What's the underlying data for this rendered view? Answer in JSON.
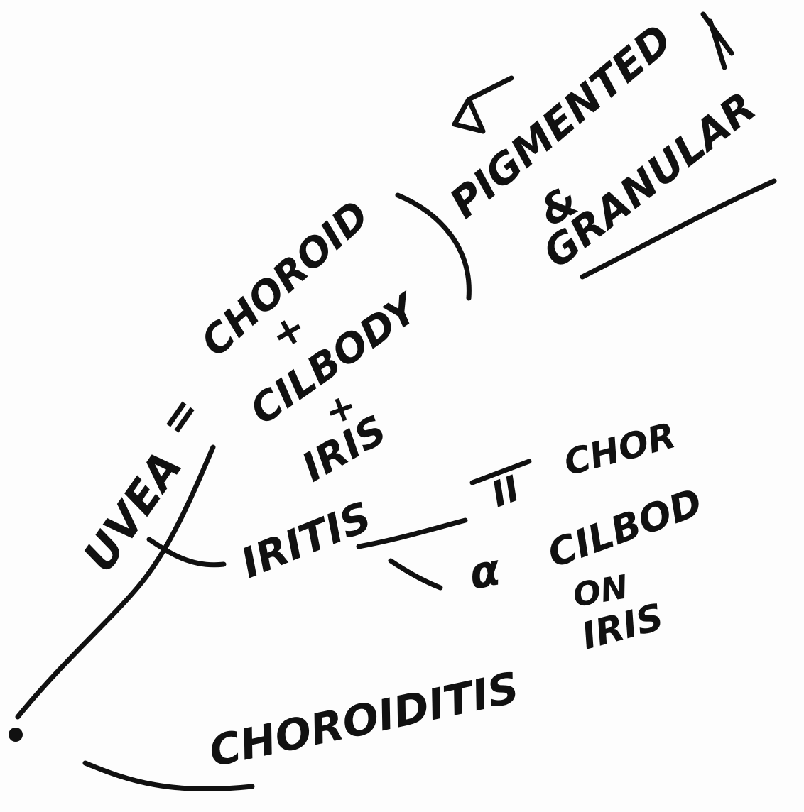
{
  "ink_color": "#111111",
  "note": {
    "uvea": "UVEA",
    "equals": "=",
    "choroid": "CHOROID",
    "plus_1": "+",
    "cilbody": "CILBODY",
    "plus_2": "+",
    "iris_1": "IRIS",
    "pigmented": "PIGMENTED",
    "and_sign": "&",
    "granular": "GRANULAR",
    "iritis": "IRITIS",
    "choroiditis": "CHOROIDITIS",
    "choroid_short": "CHOR",
    "cilbod": "CILBOD",
    "on": "ON",
    "iris_2": "IRIS",
    "eleven": "II",
    "alpha": "α"
  }
}
